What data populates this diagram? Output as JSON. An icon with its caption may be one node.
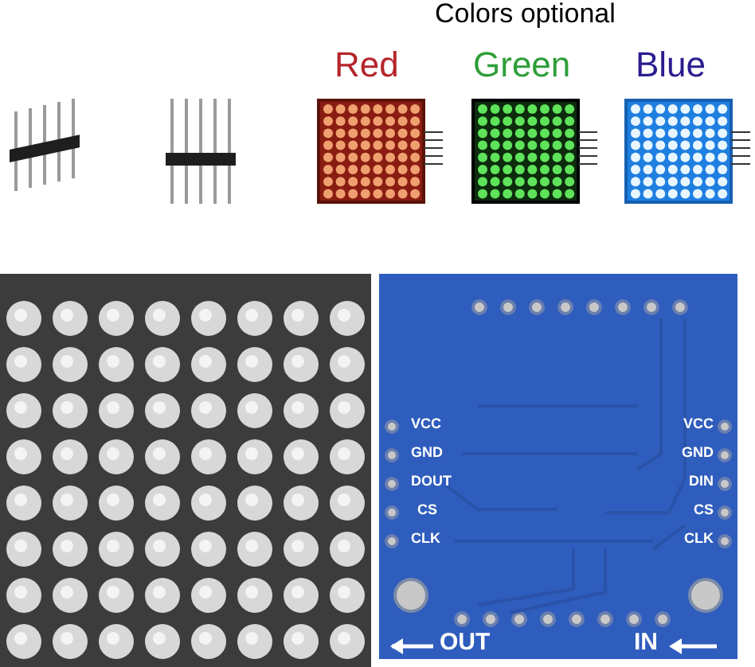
{
  "diagram": {
    "labels": [
      "Colors optional",
      "Red",
      "Green",
      "Blue",
      "VCC",
      "GND",
      "DOUT",
      "CS",
      "CLK",
      "VCC",
      "GND",
      "DIN",
      "CS",
      "CLK",
      "OUT",
      "IN"
    ]
  }
}
